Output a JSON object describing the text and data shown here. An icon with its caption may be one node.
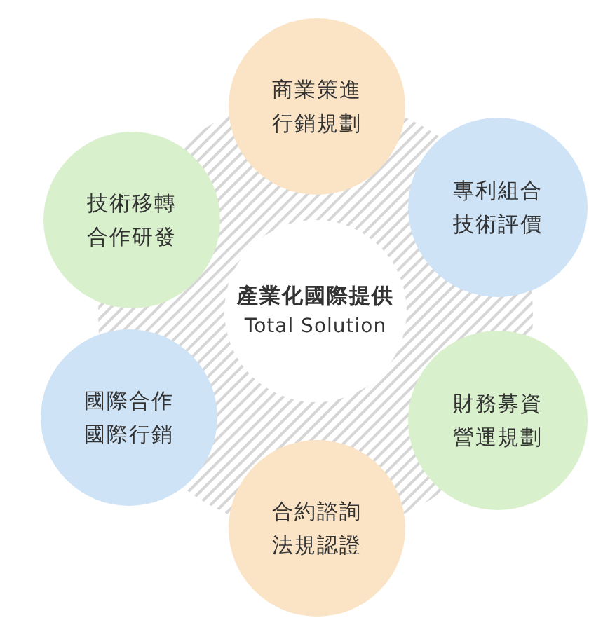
{
  "diagram": {
    "nodes": [
      {
        "text": [
          "產業化國際提供",
          "Total Solution"
        ]
      },
      {
        "text": [
          "商業策進行銷規劃"
        ]
      },
      {
        "text": [
          "專利組合技術評價"
        ]
      },
      {
        "text": [
          "財務募資營運規劃"
        ]
      },
      {
        "text": [
          "合約諮詢法規認證"
        ]
      },
      {
        "text": [
          "國際合作國際行銷"
        ]
      },
      {
        "text": [
          "技術移轉合作研發"
        ]
      }
    ]
  }
}
